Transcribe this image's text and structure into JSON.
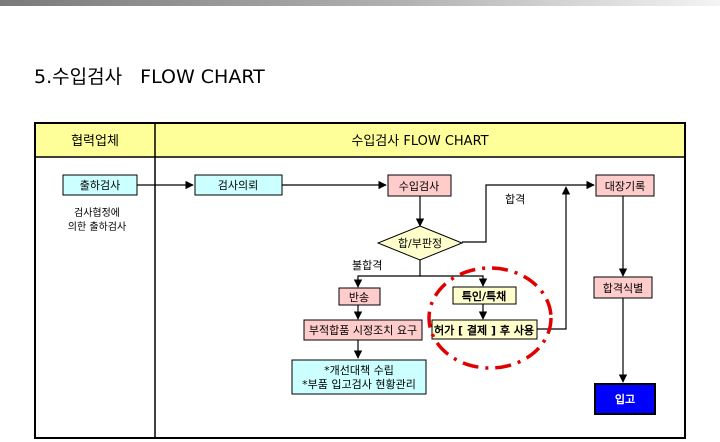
{
  "slide_title": "5.수입검사   FLOW CHART",
  "colors": {
    "header_fill": "#ffff99",
    "partner_box": "#ccffff",
    "process_box": "#ffcccc",
    "judgment_diamond": "#ffffcc",
    "special_box": "#ffffcc",
    "store_box": "#0000ff",
    "dashed_circle": "#e00000"
  },
  "table": {
    "col1_header": "협력업체",
    "col2_header": "수입검사 FLOW CHART"
  },
  "nodes": {
    "shipment_inspection": "출하검사",
    "shipment_note_line1": "검사협정에",
    "shipment_note_line2": "의한 출하검사",
    "inspection_request": "검사의뢰",
    "incoming_inspection": "수입검사",
    "pass_fail": "합/부판정",
    "pass_label": "합격",
    "fail_label": "불합격",
    "return": "반송",
    "special_adoption": "특인/특채",
    "corrective_request": "부적합품 시정조치 요구",
    "approval_use": "허가 [ 결제 ] 후 사용",
    "ledger": "대장기록",
    "pass_identify": "합격식별",
    "store": "입고",
    "measure_line1": "*개선대책 수립",
    "measure_line2": "*부품 입고검사 현황관리"
  }
}
